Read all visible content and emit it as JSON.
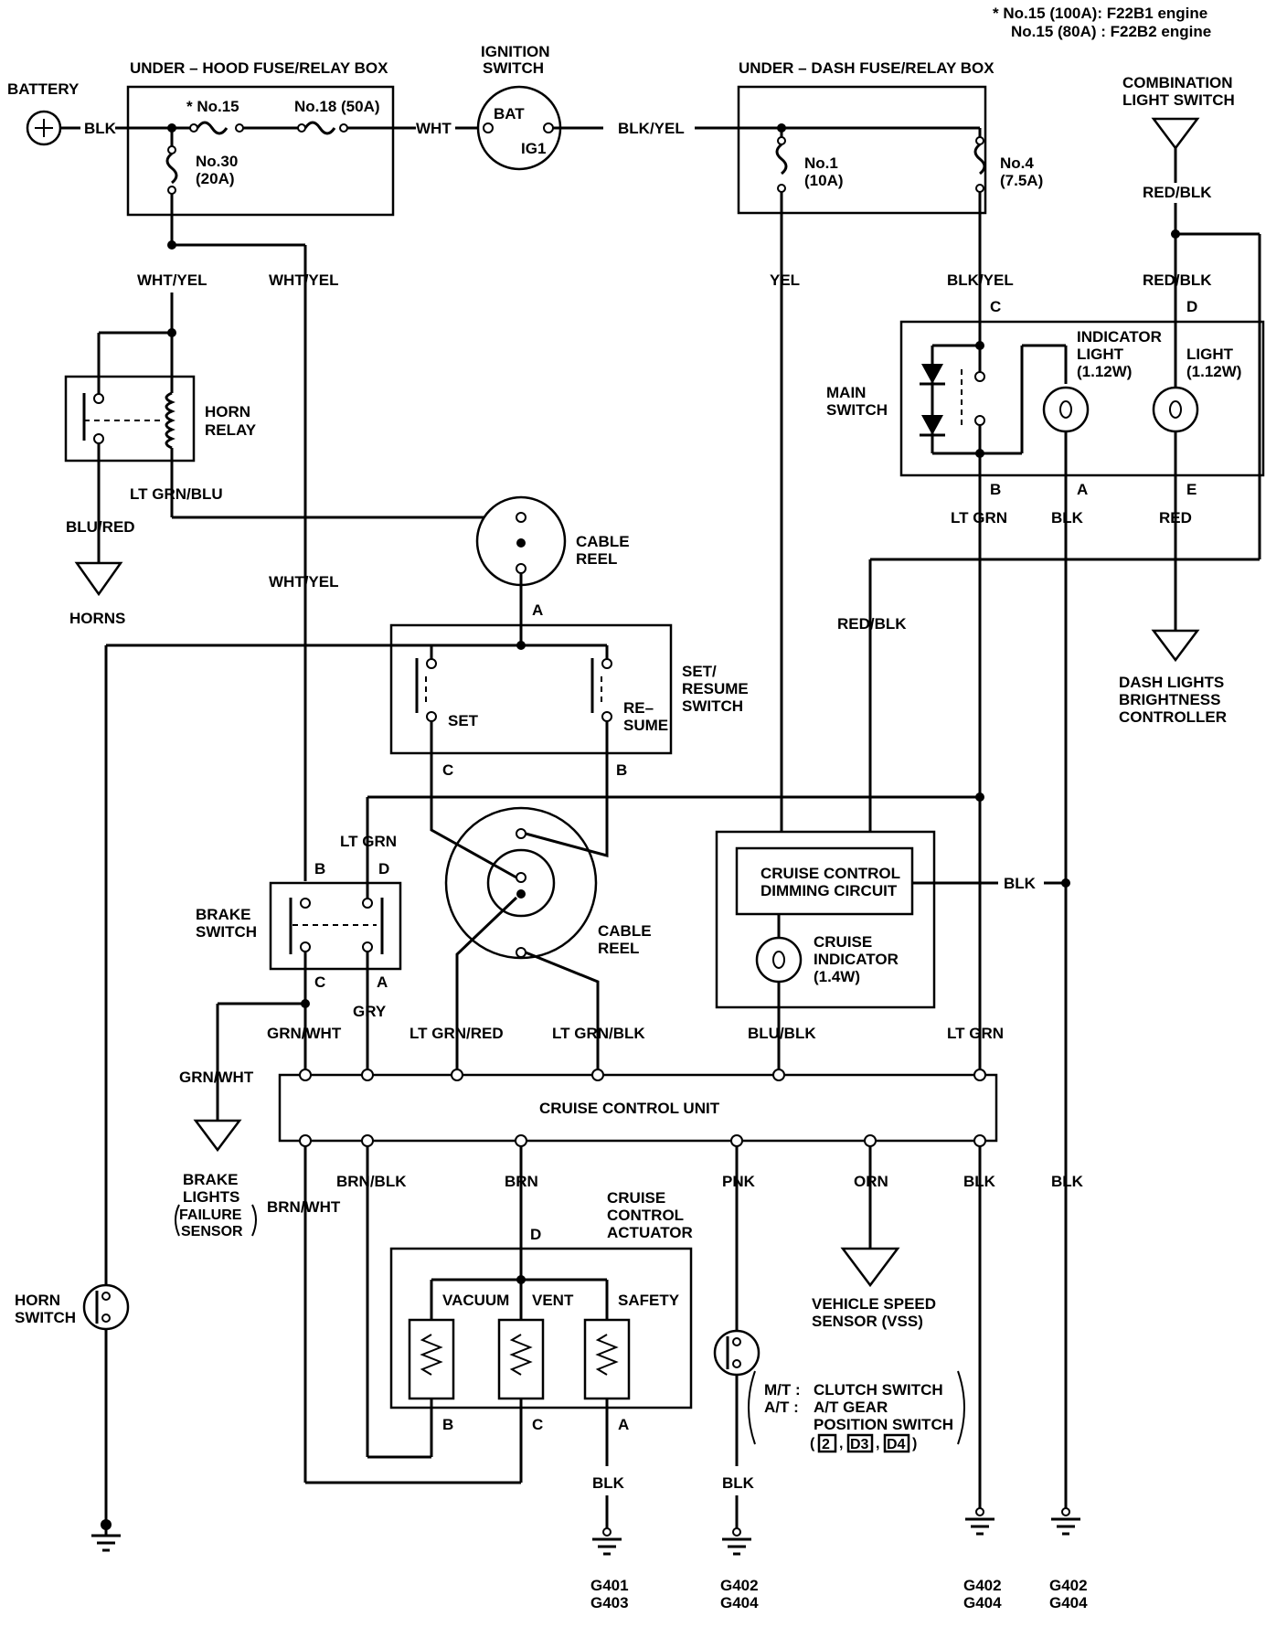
{
  "notes": {
    "engine_note_1": "* No.15 (100A): F22B1 engine",
    "engine_note_2": "No.15 (80A)  : F22B2 engine"
  },
  "battery": {
    "label": "BATTERY",
    "wire": "BLK"
  },
  "underhood_box": {
    "title": "UNDER – HOOD FUSE/RELAY BOX",
    "fuse15": "* No.15",
    "fuse18": "No.18 (50A)",
    "fuse30_name": "No.30",
    "fuse30_rating": "(20A)"
  },
  "ignition_switch": {
    "title_1": "IGNITION",
    "title_2": "SWITCH",
    "bat": "BAT",
    "ig1": "IG1",
    "wire_in": "WHT",
    "wire_out": "BLK/YEL"
  },
  "underdash_box": {
    "title": "UNDER – DASH FUSE/RELAY BOX",
    "fuse1_name": "No.1",
    "fuse1_rating": "(10A)",
    "fuse4_name": "No.4",
    "fuse4_rating": "(7.5A)"
  },
  "combination_light_switch": {
    "title_1": "COMBINATION",
    "title_2": "LIGHT SWITCH"
  },
  "horn_relay": {
    "title_1": "HORN",
    "title_2": "RELAY"
  },
  "horns": {
    "label": "HORNS"
  },
  "cable_reel": {
    "title_1": "CABLE",
    "title_2": "REEL"
  },
  "set_resume_switch": {
    "title_1": "SET/",
    "title_2": "RESUME",
    "title_3": "SWITCH",
    "set": "SET",
    "resume_1": "RE–",
    "resume_2": "SUME",
    "pin_a": "A",
    "pin_b": "B",
    "pin_c": "C"
  },
  "main_switch": {
    "title_1": "MAIN",
    "title_2": "SWITCH",
    "indicator_1": "INDICATOR",
    "indicator_2": "LIGHT",
    "indicator_3": "(1.12W)",
    "light_1": "LIGHT",
    "light_2": "(1.12W)",
    "pin_a": "A",
    "pin_b": "B",
    "pin_c": "C",
    "pin_d": "D",
    "pin_e": "E"
  },
  "dash_lights": {
    "label_1": "DASH LIGHTS",
    "label_2": "BRIGHTNESS",
    "label_3": "CONTROLLER"
  },
  "brake_switch": {
    "title_1": "BRAKE",
    "title_2": "SWITCH",
    "pin_a": "A",
    "pin_b": "B",
    "pin_c": "C",
    "pin_d": "D"
  },
  "brake_lights": {
    "label_1": "BRAKE",
    "label_2": "LIGHTS",
    "label_3": "FAILURE",
    "label_4": "SENSOR"
  },
  "dimming": {
    "label_1": "CRUISE CONTROL",
    "label_2": "DIMMING CIRCUIT",
    "indicator_1": "CRUISE",
    "indicator_2": "INDICATOR",
    "indicator_3": "(1.4W)"
  },
  "cruise_unit": {
    "label": "CRUISE CONTROL UNIT"
  },
  "actuator": {
    "title_1": "CRUISE",
    "title_2": "CONTROL",
    "title_3": "ACTUATOR",
    "vacuum": "VACUUM",
    "vent": "VENT",
    "safety": "SAFETY",
    "pin_a": "A",
    "pin_b": "B",
    "pin_c": "C",
    "pin_d": "D"
  },
  "horn_switch": {
    "title_1": "HORN",
    "title_2": "SWITCH"
  },
  "vss": {
    "label_1": "VEHICLE SPEED",
    "label_2": "SENSOR (VSS)"
  },
  "clutch": {
    "mt_prefix": "M/T :",
    "mt_label": "CLUTCH SWITCH",
    "at_prefix": "A/T :",
    "at_label_1": "A/T GEAR",
    "at_label_2": "POSITION SWITCH",
    "gear_2": "2",
    "gear_d3": "D3",
    "gear_d4": "D4"
  },
  "wires": {
    "wht_yel": "WHT/YEL",
    "yel": "YEL",
    "blk_yel": "BLK/YEL",
    "red_blk": "RED/BLK",
    "lt_grn_blu": "LT GRN/BLU",
    "blu_red": "BLU/RED",
    "lt_grn": "LT GRN",
    "blk": "BLK",
    "red": "RED",
    "grn_wht": "GRN/WHT",
    "gry": "GRY",
    "lt_grn_red": "LT GRN/RED",
    "lt_grn_blk": "LT GRN/BLK",
    "blu_blk": "BLU/BLK",
    "brn_wht": "BRN/WHT",
    "brn_blk": "BRN/BLK",
    "brn": "BRN",
    "pnk": "PNK",
    "orn": "ORN"
  },
  "grounds": {
    "g401": "G401",
    "g402": "G402",
    "g403": "G403",
    "g404": "G404"
  }
}
